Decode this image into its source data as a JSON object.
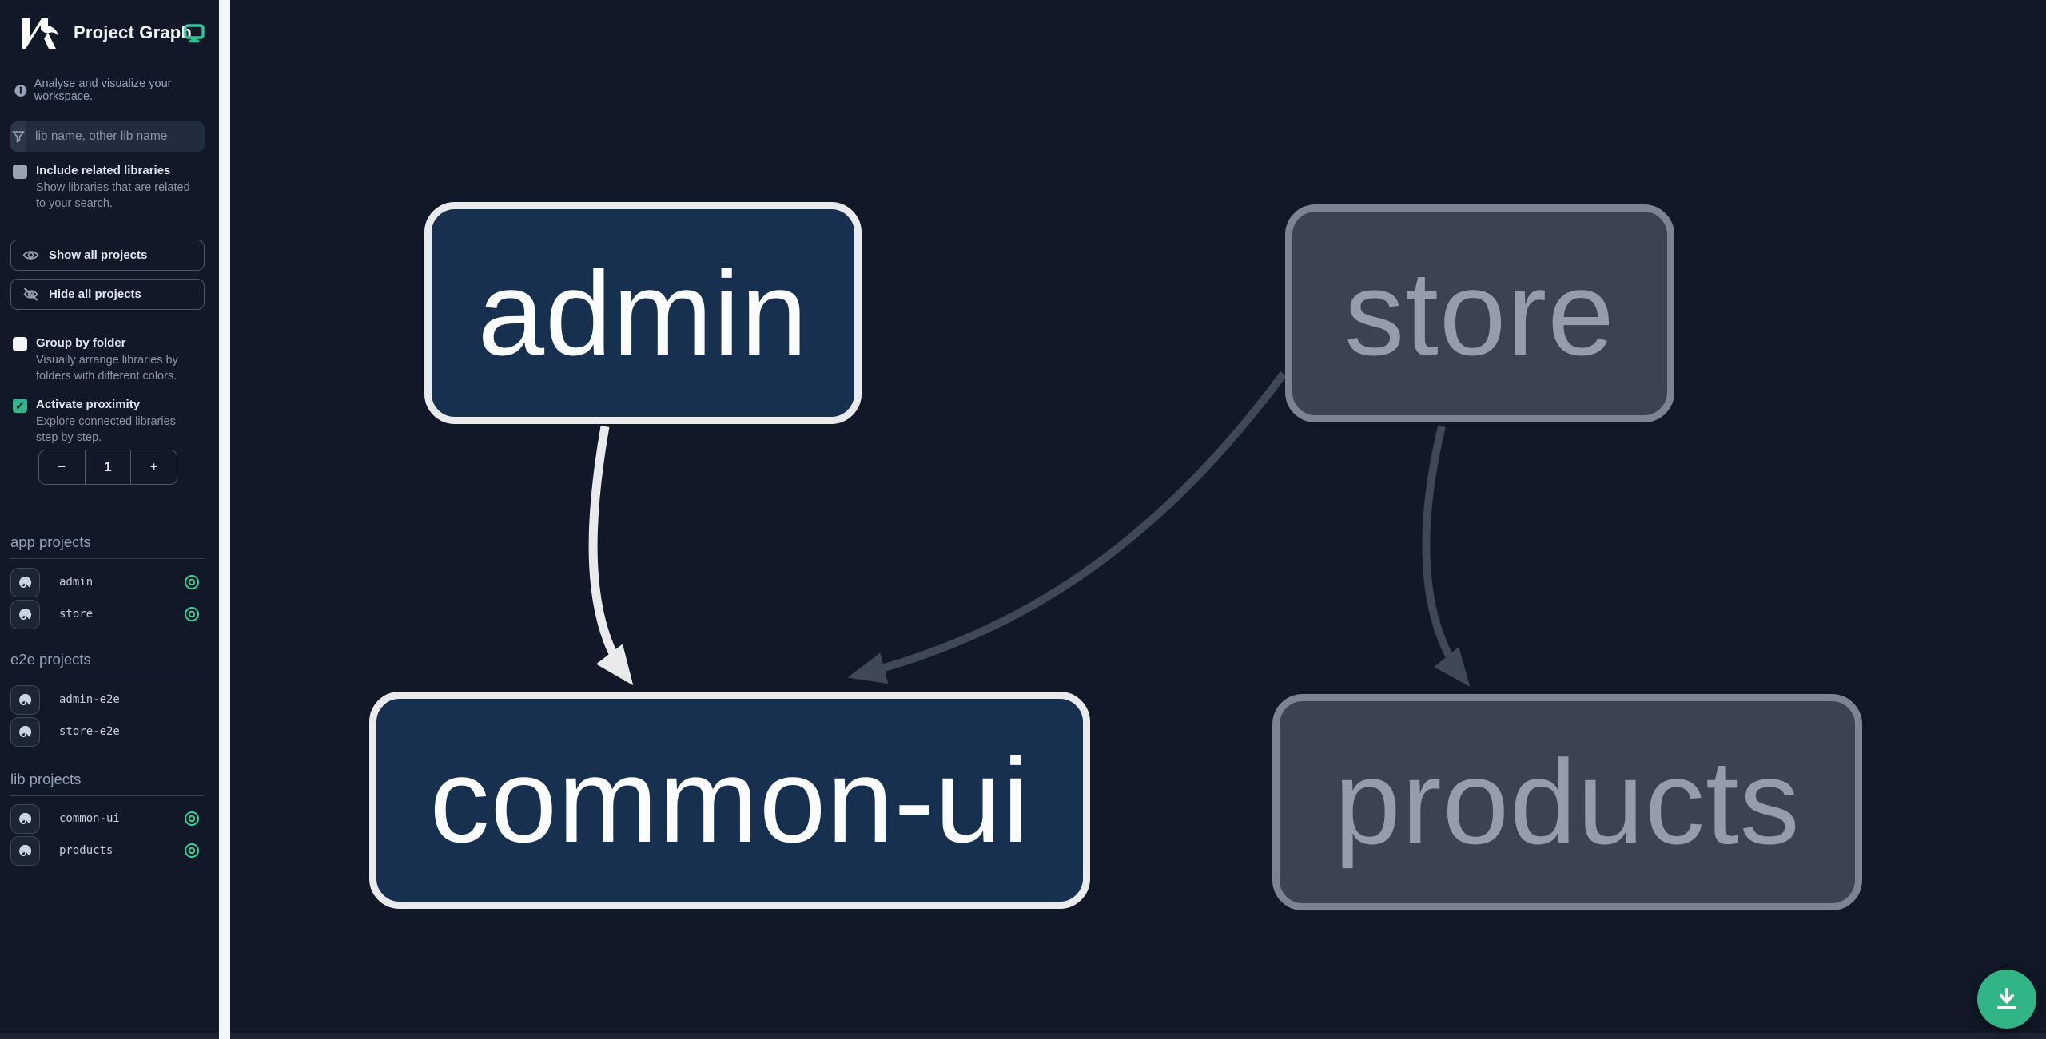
{
  "app": {
    "title": "Project Graph",
    "logo": "Nx",
    "header_icon": "monitor-icon"
  },
  "sidebar": {
    "tagline": "Analyse and visualize your workspace.",
    "filter": {
      "placeholder": "lib name, other lib name",
      "icon": "funnel-icon",
      "value": ""
    },
    "checkboxes": [
      {
        "label": "Include related libraries",
        "description": "Show libraries that are related to your search.",
        "checked": false
      },
      {
        "label": "Group by folder",
        "description": "Visually arrange libraries by folders with different colors.",
        "checked": false
      },
      {
        "label": "Activate proximity",
        "description": "Explore connected libraries step by step.",
        "checked": true
      }
    ],
    "buttons": [
      {
        "label": "Show all projects",
        "icon": "eye-icon"
      },
      {
        "label": "Hide all projects",
        "icon": "eye-off-icon"
      }
    ],
    "stepper": {
      "decrement": "−",
      "value": "1",
      "increment": "+"
    },
    "sections": [
      {
        "title": "app projects",
        "items": [
          {
            "name": "admin",
            "visible": true
          },
          {
            "name": "store",
            "visible": true
          }
        ]
      },
      {
        "title": "e2e projects",
        "items": [
          {
            "name": "admin-e2e",
            "visible": false
          },
          {
            "name": "store-e2e",
            "visible": false
          }
        ]
      },
      {
        "title": "lib projects",
        "items": [
          {
            "name": "common-ui",
            "visible": true
          },
          {
            "name": "products",
            "visible": true
          }
        ]
      }
    ]
  },
  "graph": {
    "nodes": [
      {
        "id": "admin",
        "label": "admin",
        "state": "focused"
      },
      {
        "id": "store",
        "label": "store",
        "state": "faded"
      },
      {
        "id": "common-ui",
        "label": "common-ui",
        "state": "focused"
      },
      {
        "id": "products",
        "label": "products",
        "state": "faded"
      }
    ],
    "edges": [
      {
        "source": "admin",
        "target": "common-ui",
        "state": "focused"
      },
      {
        "source": "store",
        "target": "common-ui",
        "state": "faded"
      },
      {
        "source": "store",
        "target": "products",
        "state": "faded"
      }
    ]
  },
  "fab": {
    "icon": "download-icon"
  },
  "colors": {
    "accent_teal": "#32b586",
    "eye_teal": "#34d399",
    "background": "#111827",
    "divider": "#f4f5f6",
    "node_focused_fill": "#17304f",
    "node_focused_border": "#e9eaec",
    "node_faded_fill": "#3b4250",
    "node_faded_border": "#7c8493",
    "edge_focused": "#e9eaec",
    "edge_faded": "#3e4857"
  }
}
